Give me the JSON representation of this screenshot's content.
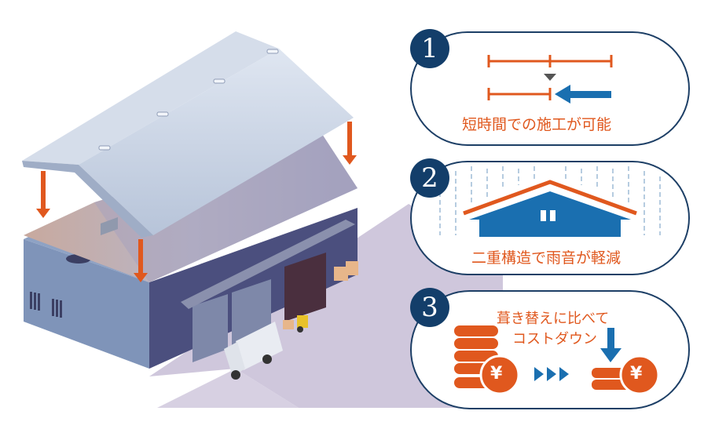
{
  "features": [
    {
      "number": "1",
      "text": "短時間での施工が可能"
    },
    {
      "number": "2",
      "text": "二重構造で雨音が軽減"
    },
    {
      "number": "3",
      "text_line1": "葺き替えに比べて",
      "text_line2": "コストダウン"
    }
  ],
  "currency_symbol": "¥",
  "colors": {
    "navy": "#133e6a",
    "orange": "#e0581e",
    "blue": "#1a6fb0",
    "roof_light": "#c8d3e3"
  }
}
